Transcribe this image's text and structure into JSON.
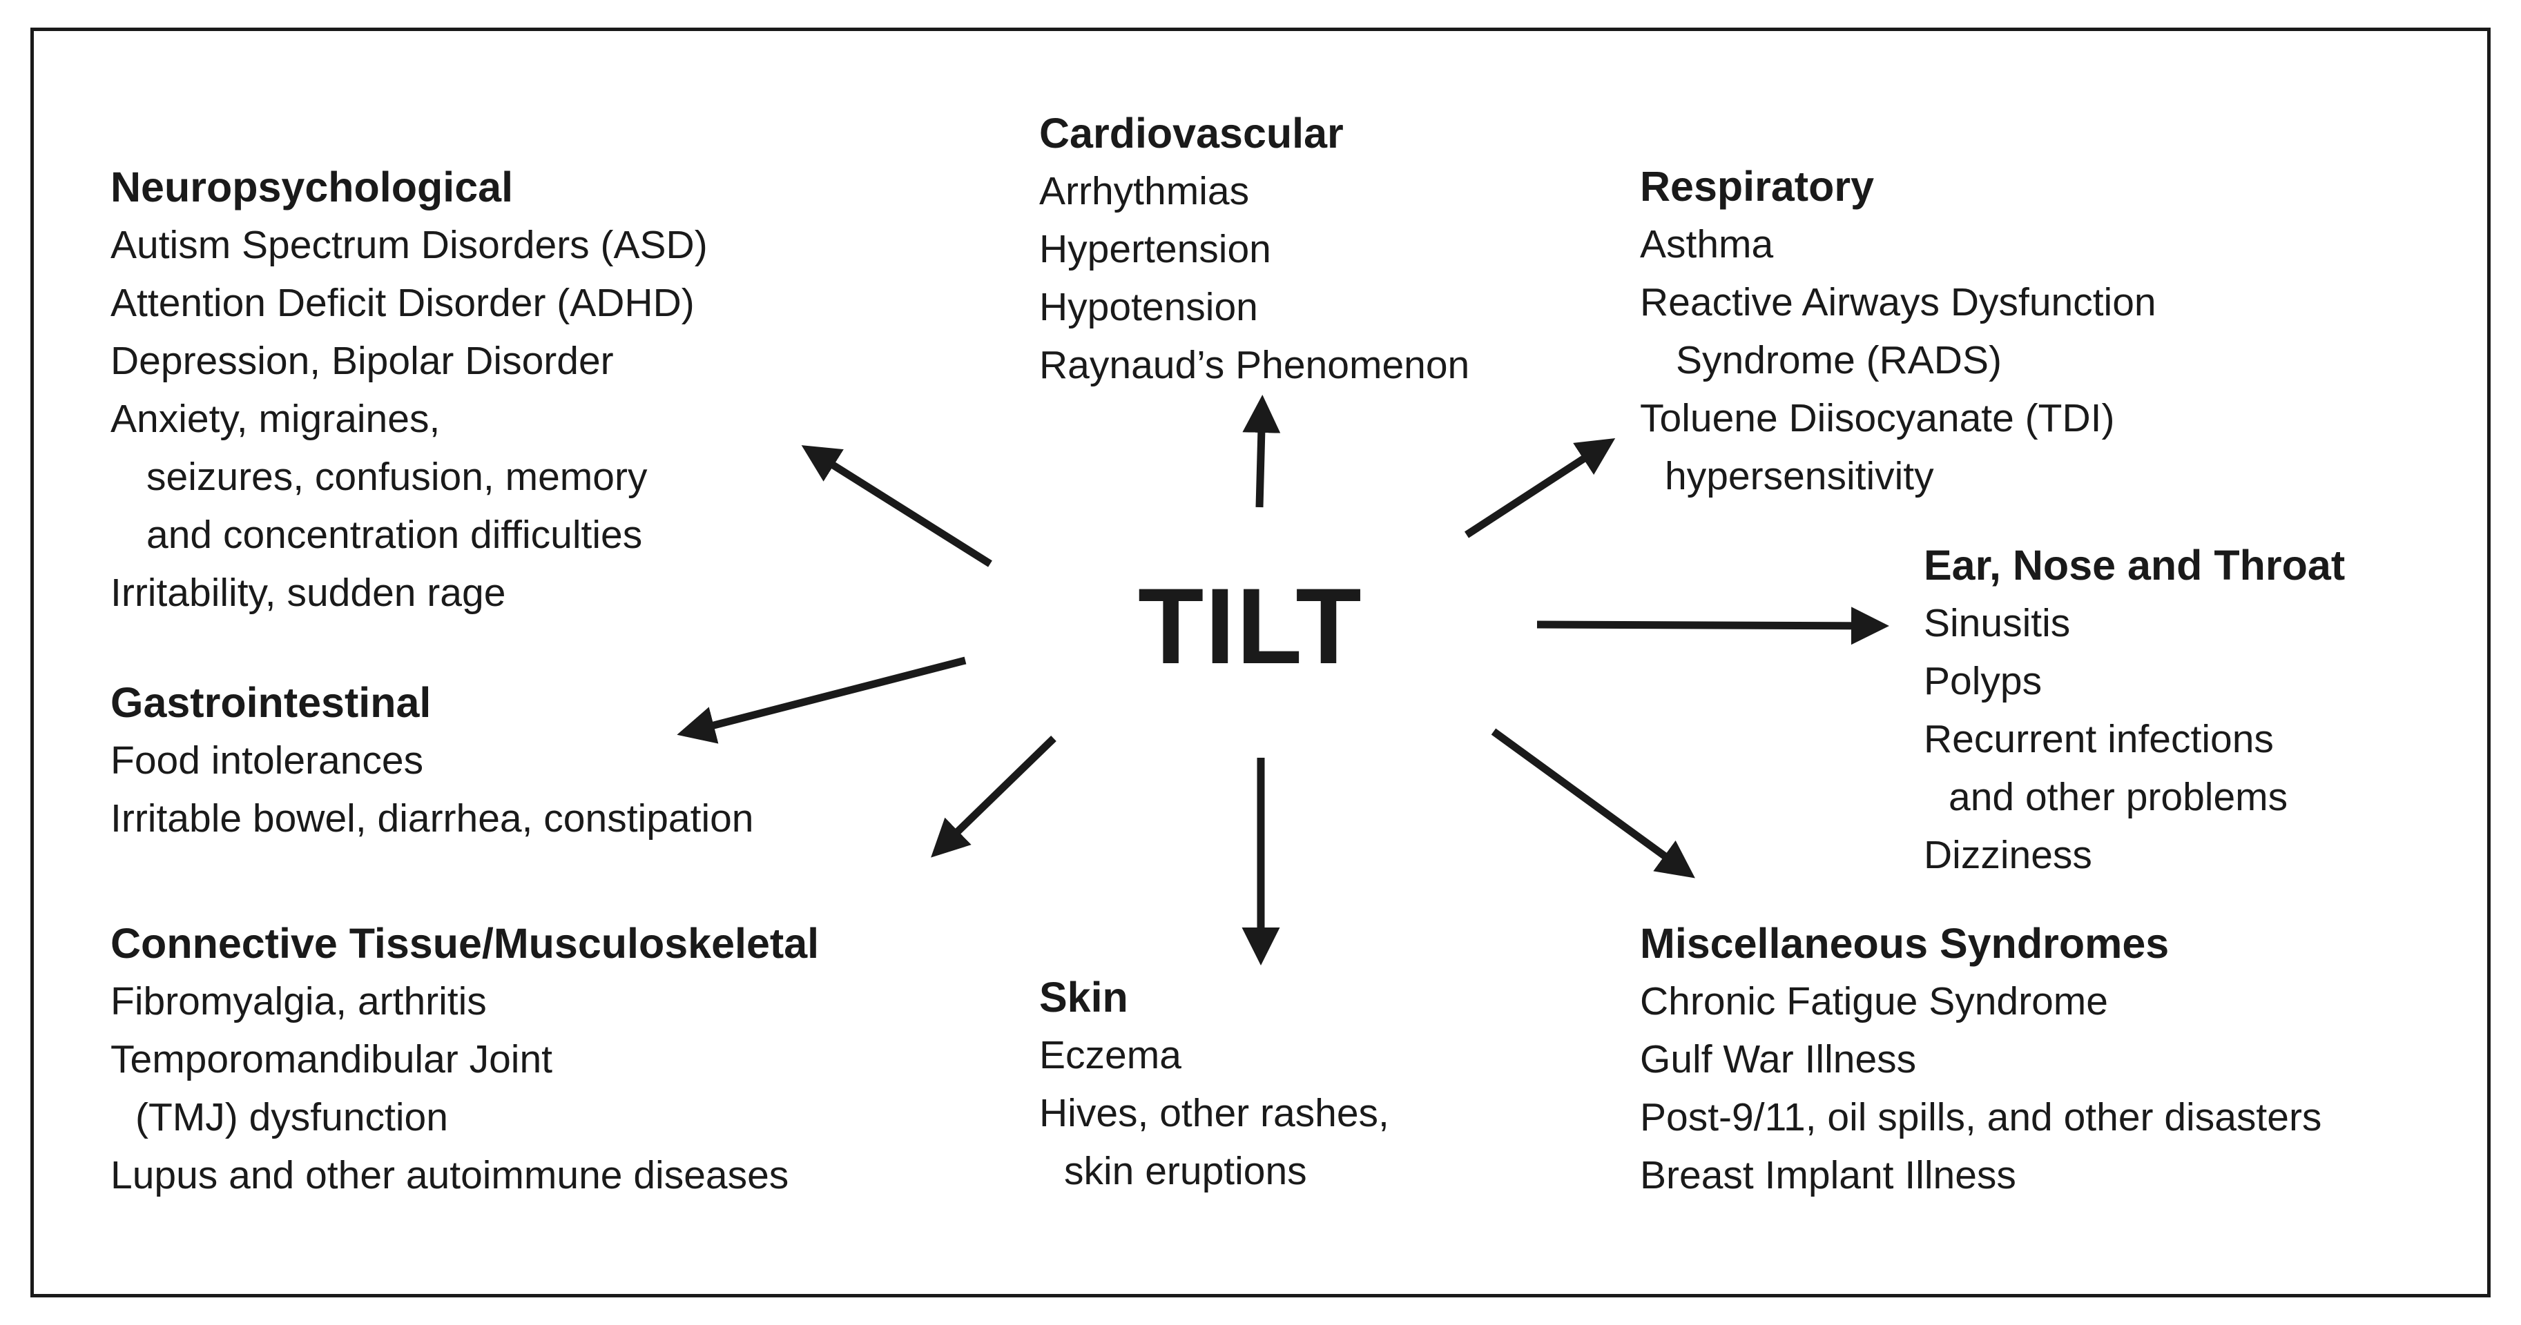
{
  "center_label": "TILT",
  "groups": {
    "neuropsychological": {
      "title": "Neuropsychological",
      "items": [
        "Autism Spectrum Disorders (ASD)",
        "Attention Deficit Disorder (ADHD)",
        "Depression, Bipolar Disorder",
        "Anxiety, migraines,",
        "seizures, confusion, memory",
        "and concentration difficulties",
        "Irritability, sudden rage"
      ]
    },
    "cardiovascular": {
      "title": "Cardiovascular",
      "items": [
        "Arrhythmias",
        "Hypertension",
        "Hypotension",
        "Raynaud’s Phenomenon"
      ]
    },
    "respiratory": {
      "title": "Respiratory",
      "items": [
        "Asthma",
        "Reactive Airways Dysfunction",
        "Syndrome (RADS)",
        "Toluene Diisocyanate (TDI)",
        "hypersensitivity"
      ]
    },
    "ent": {
      "title": "Ear, Nose and Throat",
      "items": [
        "Sinusitis",
        "Polyps",
        "Recurrent infections",
        "and other problems",
        "Dizziness"
      ]
    },
    "gastrointestinal": {
      "title": "Gastrointestinal",
      "items": [
        "Food intolerances",
        "Irritable bowel, diarrhea, constipation"
      ]
    },
    "connective": {
      "title": "Connective Tissue/Musculoskeletal",
      "items": [
        "Fibromyalgia, arthritis",
        "Temporomandibular Joint",
        "(TMJ) dysfunction",
        "Lupus and other autoimmune diseases"
      ]
    },
    "skin": {
      "title": "Skin",
      "items": [
        "Eczema",
        "Hives, other rashes,",
        "skin eruptions"
      ]
    },
    "misc": {
      "title": "Miscellaneous Syndromes",
      "items": [
        "Chronic Fatigue Syndrome",
        "Gulf War Illness",
        "Post-9/11, oil spills, and other disasters",
        "Breast Implant Illness"
      ]
    }
  }
}
